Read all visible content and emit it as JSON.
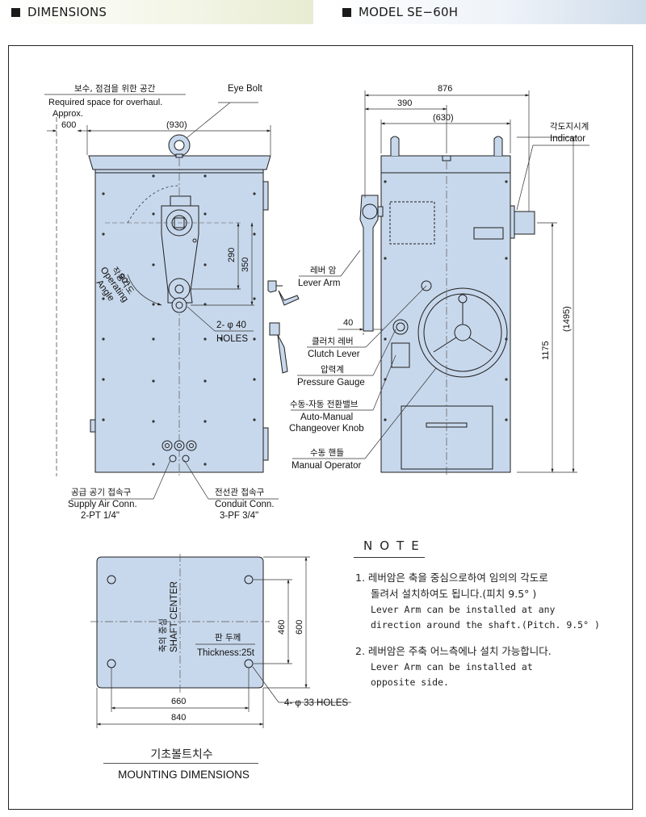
{
  "headers": {
    "left": "DIMENSIONS",
    "right": "MODEL SE−60H"
  },
  "colors": {
    "body_fill": "#c8d8ec",
    "outline": "#1e1e1e",
    "dimension": "#333333"
  },
  "front": {
    "overhaul_kr": "보수, 점검을 위한 공간",
    "overhaul_en": "Required space for overhaul.",
    "approx": "Approx.",
    "clearance": "600",
    "eye_bolt": "Eye Bolt",
    "width": "(930)",
    "dim_290": "290",
    "dim_350": "350",
    "angle": "90°",
    "angle_kr": "작동각도",
    "angle_en1": "Operating",
    "angle_en2": "Angle",
    "holes_dim": "2- φ 40",
    "holes": "HOLES",
    "supply_kr": "공급 공기 접속구",
    "supply_en": "Supply Air Conn.",
    "supply_spec": "2-PT 1/4\"",
    "conduit_kr": "전선관 접속구",
    "conduit_en": "Conduit Conn.",
    "conduit_spec": "3-PF 3/4\""
  },
  "side": {
    "dim_876": "876",
    "dim_390": "390",
    "dim_630": "(630)",
    "indicator_kr": "각도지시계",
    "indicator_en": "Indicator",
    "lever_kr": "레버 암",
    "lever_en": "Lever Arm",
    "dim_40": "40",
    "clutch_kr": "클러치 레버",
    "clutch_en": "Clutch Lever",
    "gauge_kr": "압력계",
    "gauge_en": "Pressure Gauge",
    "changeover_kr": "수동-자동 전환밸브",
    "changeover_en1": "Auto-Manual",
    "changeover_en2": "Changeover Knob",
    "manual_kr": "수동 핸들",
    "manual_en": "Manual Operator",
    "dim_1175": "1175",
    "dim_1495": "(1495)"
  },
  "mounting": {
    "shaft_kr": "축의 중심",
    "shaft_en": "SHAFT CENTER",
    "plate_kr": "판 두께",
    "plate_en": "Thickness:25t",
    "dim_460": "460",
    "dim_600": "600",
    "dim_660": "660",
    "dim_840": "840",
    "holes": "4- φ 33 HOLES",
    "title_kr": "기초볼트치수",
    "title_en": "MOUNTING DIMENSIONS"
  },
  "note": {
    "title": "NOTE",
    "item1_kr": "1. 레버암은 축을 중심으로하여 임의의 각도로",
    "item1_kr2": "돌려서 설치하여도 됩니다.(피치 9.5° )",
    "item1_en1": "Lever Arm can be installed at any",
    "item1_en2": "direction around the shaft.(Pitch. 9.5° )",
    "item2_kr": "2. 레버암은 주축 어느측에나 설치 가능합니다.",
    "item2_en1": "Lever Arm can be installed at",
    "item2_en2": "opposite side."
  }
}
